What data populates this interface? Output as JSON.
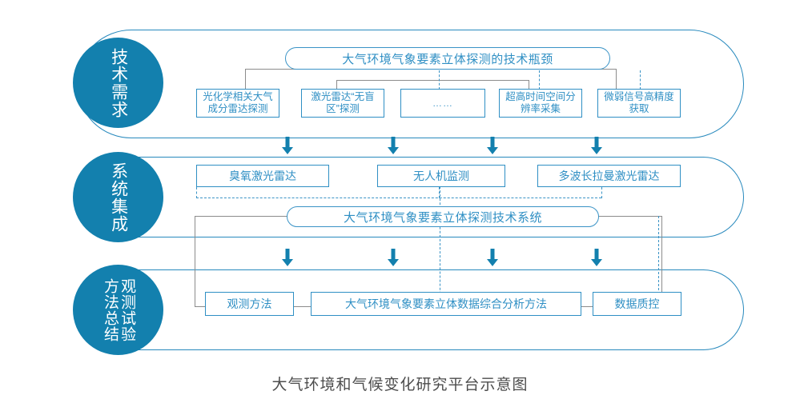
{
  "diagram": {
    "caption": "大气环境和气候变化研究平台示意图",
    "accent_color": "#1380AE",
    "box_border_color": "#2F8FC4",
    "band_border_color": "#2789BD",
    "connector_color": "#8C8C8C",
    "caption_color": "#4C4C4C",
    "rows": [
      {
        "id": "row-technology-demand",
        "circle_label": "技术需求",
        "circle_columns": null,
        "capsule_label": "大气环境气象要素立体探测的技术瓶颈",
        "boxes": [
          {
            "label": "光化学相关大气成分雷达探测"
          },
          {
            "label": "激光雷达“无盲区”探测"
          },
          {
            "label": "……"
          },
          {
            "label": "超高时间空间分辨率采集"
          },
          {
            "label": "微弱信号高精度获取"
          }
        ]
      },
      {
        "id": "row-system-integration",
        "circle_label": "系统集成",
        "circle_columns": null,
        "capsule_label": "大气环境气象要素立体探测技术系统",
        "boxes": [
          {
            "label": "臭氧激光雷达"
          },
          {
            "label": "无人机监测"
          },
          {
            "label": "多波长拉曼激光雷达"
          }
        ]
      },
      {
        "id": "row-observation-method",
        "circle_label": null,
        "circle_columns": [
          "观测试验",
          "方法总结"
        ],
        "capsule_label": null,
        "boxes": [
          {
            "label": "观测方法"
          },
          {
            "label": "大气环境气象要素立体数据综合分析方法"
          },
          {
            "label": "数据质控"
          }
        ]
      }
    ],
    "arrows": {
      "between_row1_row2_count": 4,
      "between_row2_row3_count": 4,
      "direction": "down"
    }
  }
}
